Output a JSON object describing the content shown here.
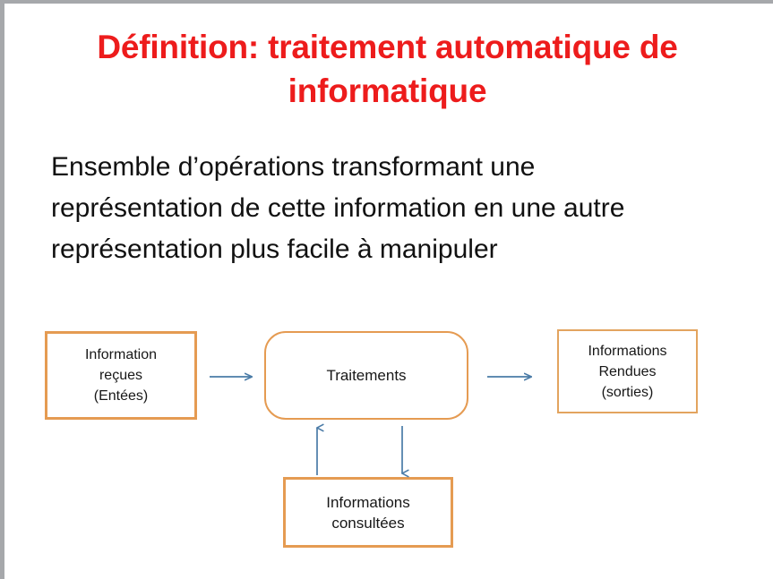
{
  "slide": {
    "title": "Définition: traitement automatique de informatique",
    "body": "Ensemble d’opérations transformant une représentation de cette information en une autre représentation plus facile à manipuler",
    "title_color": "#ED1C1C",
    "body_color": "#111111",
    "background_color": "#ffffff",
    "frame_border_color": "#a6a8ab"
  },
  "diagram": {
    "box_border_color": "#E59B52",
    "arrow_color": "#4A7BA7",
    "nodes": [
      {
        "id": "input",
        "label": "Information\nreçues\n(Entées)",
        "shape": "rectangle"
      },
      {
        "id": "process",
        "label": "Traitements",
        "shape": "rounded-rectangle"
      },
      {
        "id": "output",
        "label": "Informations\nRendues\n(sorties)",
        "shape": "rectangle"
      },
      {
        "id": "consulted",
        "label": "Informations\nconsultées",
        "shape": "rectangle"
      }
    ],
    "arrows": [
      {
        "id": "input-to-process",
        "direction": "right"
      },
      {
        "id": "process-to-output",
        "direction": "right"
      },
      {
        "id": "consulted-to-process",
        "direction": "up"
      },
      {
        "id": "process-to-consulted",
        "direction": "down"
      }
    ]
  }
}
